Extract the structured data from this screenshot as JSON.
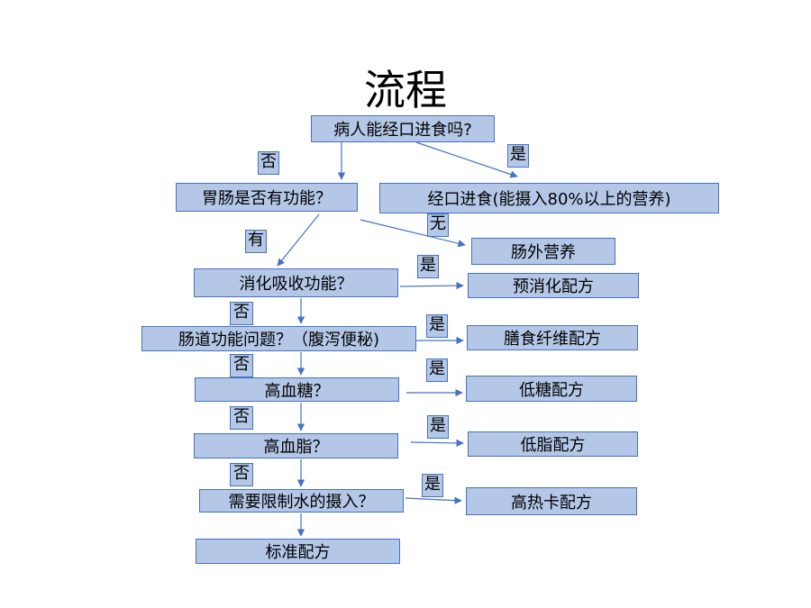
{
  "title": "流程",
  "nodes": {
    "oral": "病人能经口进食吗?",
    "gut": "胃肠是否有功能？",
    "oral_feed": "经口进食(能摄入80%以上的营养)",
    "parenteral": "肠外营养",
    "absorb": "消化吸收功能？",
    "predigest": "预消化配方",
    "bowel": "肠道功能问题？（腹泻便秘)",
    "fiber": "膳食纤维配方",
    "sugar": "高血糖？",
    "low_sugar": "低糖配方",
    "lipid": "高血脂？",
    "low_fat": "低脂配方",
    "water": "需要限制水的摄入？",
    "high_cal": "高热卡配方",
    "standard": "标准配方"
  },
  "labels": {
    "no1": "否",
    "yes1": "是",
    "none": "无",
    "have": "有",
    "yes2": "是",
    "no2": "否",
    "yes3": "是",
    "no3": "否",
    "yes4": "是",
    "no4": "否",
    "yes5": "是",
    "no5": "否",
    "yes6": "是"
  },
  "colors": {
    "box_fill": "#b4c7e7",
    "box_border": "#4472c4",
    "arrow": "#4472c4"
  }
}
